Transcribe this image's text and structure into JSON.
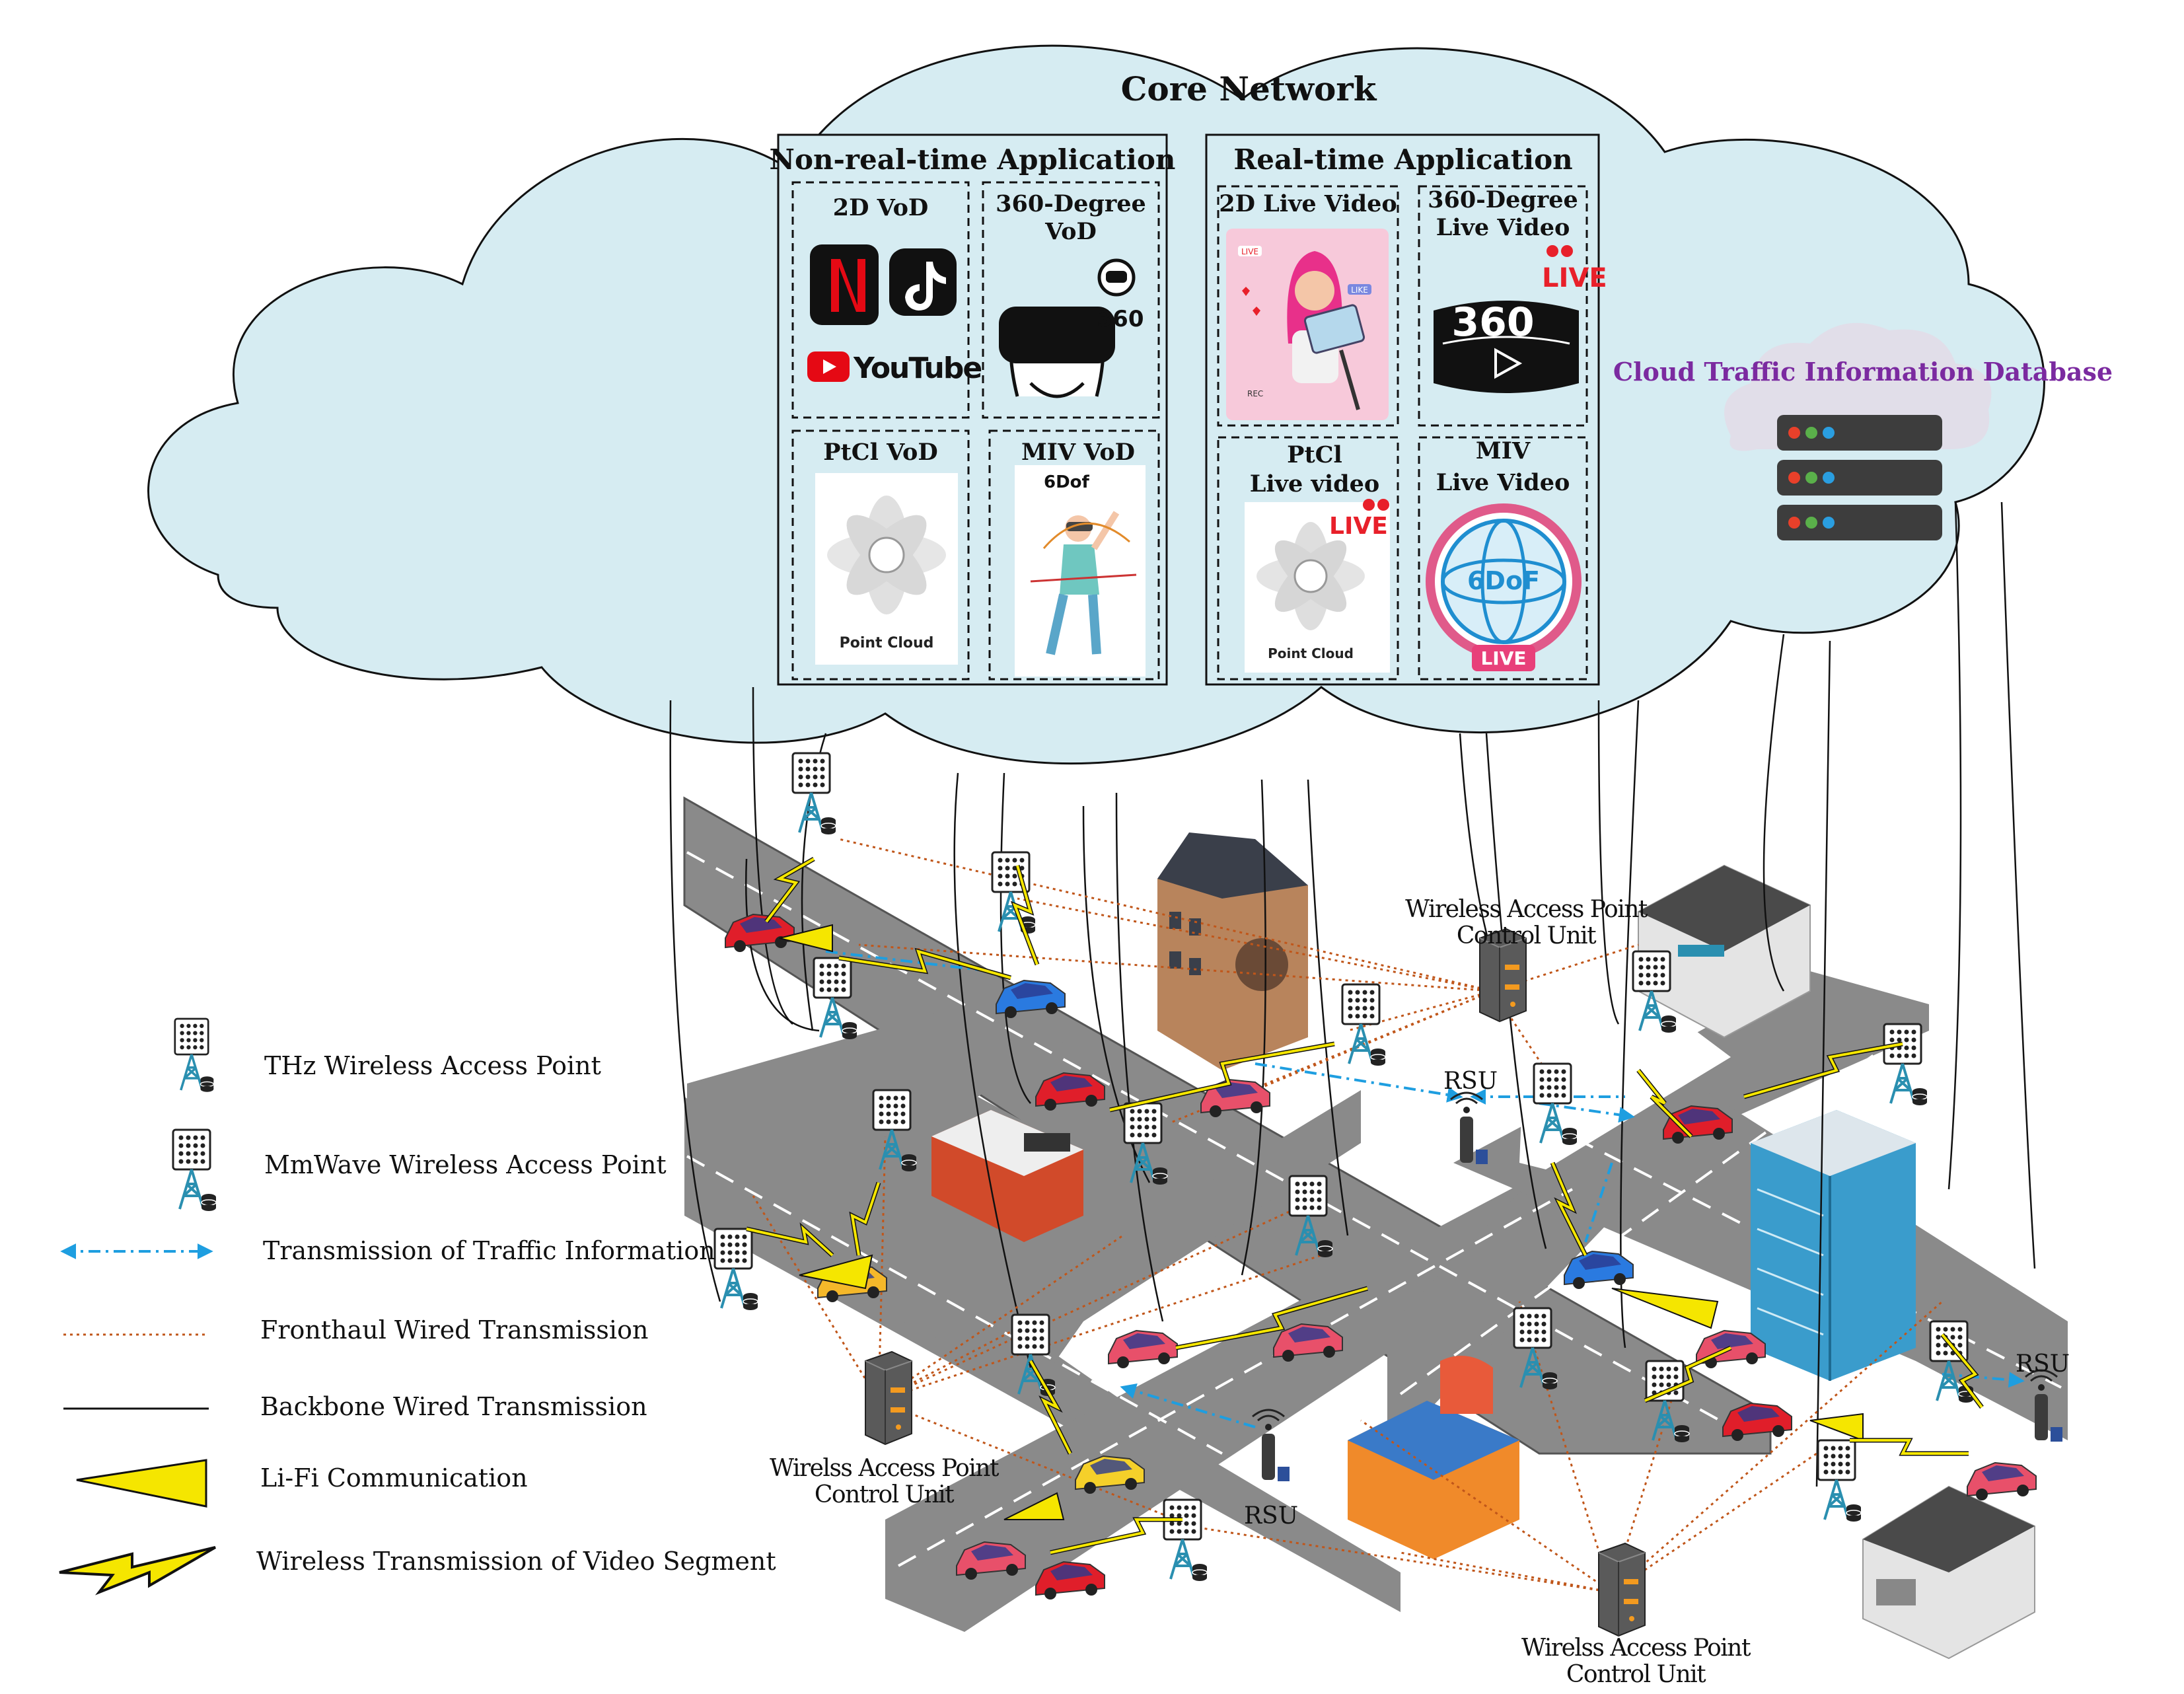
{
  "core_network": {
    "title": "Core Network",
    "cloud_db_label": "Cloud Traffic Information Database",
    "non_real_time": {
      "title": "Non-real-time Application",
      "cells": {
        "vod2d": {
          "title": "2D VoD",
          "youtube": "YouTube"
        },
        "vod360": {
          "title_line1": "360-Degree",
          "title_line2": "VoD",
          "badge": "360"
        },
        "ptcl_vod": {
          "title": "PtCl VoD",
          "caption": "Point Cloud"
        },
        "miv_vod": {
          "title": "MIV VoD",
          "caption": "6Dof"
        }
      }
    },
    "real_time": {
      "title": "Real-time Application",
      "cells": {
        "live2d": {
          "title": "2D Live Video",
          "tags": [
            "LIVE",
            "LIKE",
            "REC"
          ]
        },
        "live360": {
          "title_line1": "360-Degree",
          "title_line2": "Live Video",
          "badge": "360",
          "live": "LIVE"
        },
        "ptcl_live": {
          "title_line1": "PtCl",
          "title_line2": "Live video",
          "caption": "Point Cloud",
          "live": "LIVE"
        },
        "miv_live": {
          "title_line1": "MIV",
          "title_line2": "Live Video",
          "badge": "6DoF",
          "live": "LIVE"
        }
      }
    }
  },
  "map_labels": {
    "control_unit_top": [
      "Wireless Access Point",
      "Control Unit"
    ],
    "control_unit_left": [
      "Wirelss Access Point",
      "Control Unit"
    ],
    "control_unit_bottom": [
      "Wirelss Access Point",
      "Control Unit"
    ],
    "rsu": "RSU"
  },
  "legend": {
    "items": [
      {
        "icon": "thz-access-point-icon",
        "label": "THz Wireless Access Point"
      },
      {
        "icon": "mmwave-access-point-icon",
        "label": "MmWave Wireless Access Point"
      },
      {
        "icon": "dash-dot-arrow-icon",
        "label": "Transmission of Traffic Information"
      },
      {
        "icon": "dotted-line-icon",
        "label": "Fronthaul Wired Transmission"
      },
      {
        "icon": "solid-line-icon",
        "label": "Backbone Wired Transmission"
      },
      {
        "icon": "lifi-beam-icon",
        "label": "Li-Fi Communication"
      },
      {
        "icon": "lightning-icon",
        "label": "Wireless Transmission of Video Segment"
      }
    ]
  },
  "colors": {
    "cloud": "#d6ecf2",
    "road": "#8a8a8a",
    "fronthaul": "#c0561a",
    "traffic_info": "#1e9ee0",
    "lifi": "#f5e600",
    "db_label": "#7b2aa0",
    "live_red": "#e8202a"
  }
}
